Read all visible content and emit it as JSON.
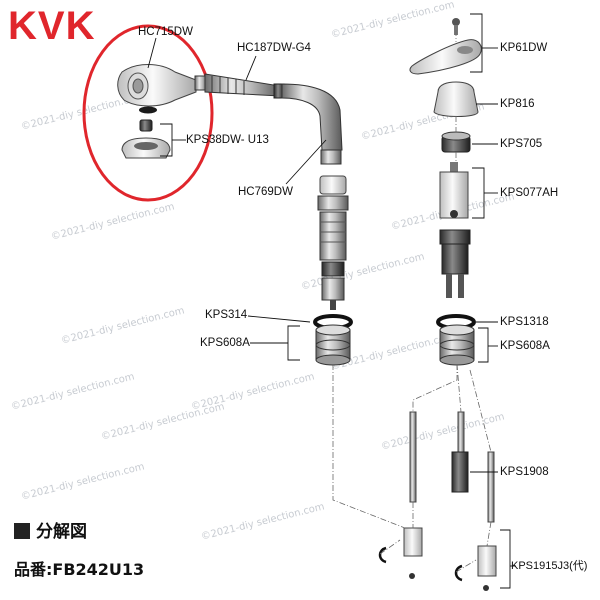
{
  "brand": {
    "logo_text": "KVK",
    "logo_color": "#e0262c"
  },
  "watermark": "©2021-diy selection.com",
  "parts": {
    "hc715dw": "HC715DW",
    "kps38": "KPS38DW- U13",
    "hc187dw": "HC187DW-G4",
    "hc769dw": "HC769DW",
    "kps314": "KPS314",
    "kps608a_left": "KPS608A",
    "kp61dw": "KP61DW",
    "kp816": "KP816",
    "kps705": "KPS705",
    "kps077ah": "KPS077AH",
    "kps1318": "KPS1318",
    "kps608a_right": "KPS608A",
    "kps1908": "KPS1908",
    "kps1915j3": "KPS1915J3(代)"
  },
  "section_title": "分解図",
  "model_number": "品番:FB242U13",
  "highlight_color": "#e0262c"
}
